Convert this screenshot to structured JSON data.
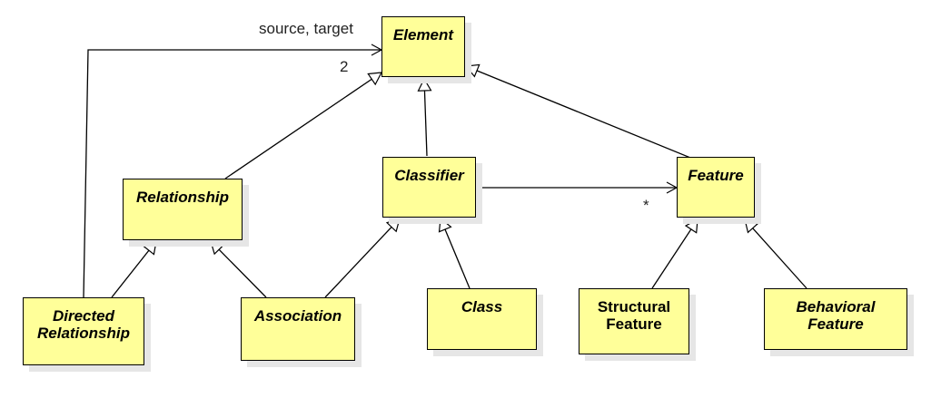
{
  "colors": {
    "box_fill": "#ffff99",
    "border": "#000000",
    "shadow": "#e6e6e6"
  },
  "classes": {
    "element": "Element",
    "classifier": "Classifier",
    "feature": "Feature",
    "relationship": "Relationship",
    "directed_relationship": "Directed Relationship",
    "association": "Association",
    "class": "Class",
    "structural_feature": "Structural Feature",
    "behavioral_feature": "Behavioral Feature"
  },
  "labels": {
    "source_target": "source, target",
    "multiplicity_two": "2",
    "multiplicity_many": "*"
  }
}
